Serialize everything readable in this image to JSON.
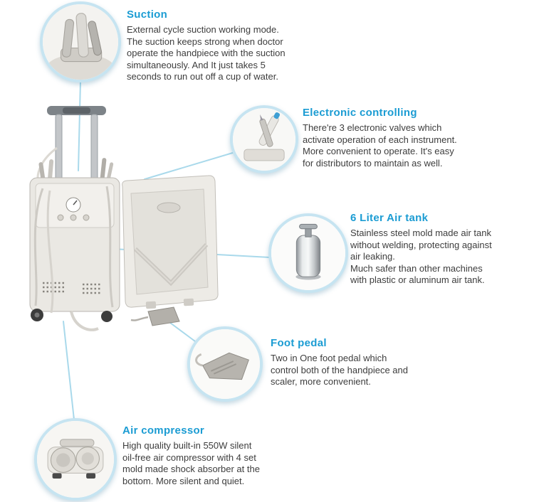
{
  "page": {
    "type": "product-feature-diagram",
    "product": "portable dental unit"
  },
  "colors": {
    "heading": "#1b9cd3",
    "body_text": "#3d3d3d",
    "circle_ring": "#c6e4f1",
    "connector_line": "#a9d9eb",
    "background": "#ffffff"
  },
  "callouts": [
    {
      "id": "suction",
      "title": "Suction",
      "description": "External cycle suction working mode.\nThe suction keeps strong when doctor\noperate the handpiece with the suction\nsimultaneously. And It just takes 5\nseconds to run out off a cup of water."
    },
    {
      "id": "electronic-controlling",
      "title": "Electronic controlling",
      "description": "There're 3 electronic valves which\nactivate operation of each instrument.\nMore convenient to operate. It's easy\nfor distributors to maintain as well."
    },
    {
      "id": "air-tank",
      "title": "6 Liter Air tank",
      "description": "Stainless steel mold made air tank\nwithout welding, protecting against\nair leaking.\nMuch safer than other machines\nwith plastic or aluminum air tank."
    },
    {
      "id": "foot-pedal",
      "title": "Foot pedal",
      "description": "Two in One foot pedal which\ncontrol both of the handpiece and\nscaler, more convenient."
    },
    {
      "id": "air-compressor",
      "title": "Air compressor",
      "description": "High quality built-in 550W silent\noil-free air compressor with 4 set\nmold made shock absorber at the\nbottom. More silent and quiet."
    }
  ]
}
